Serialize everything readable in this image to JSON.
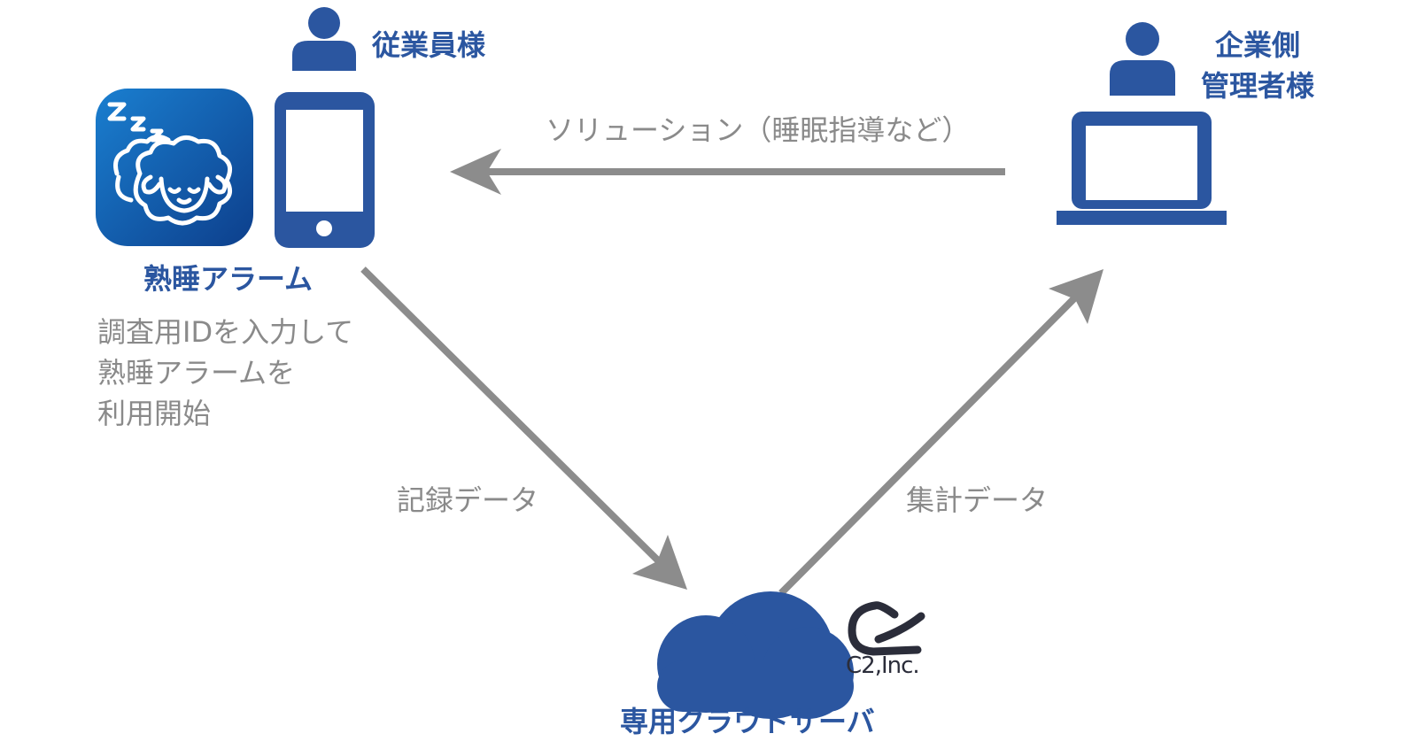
{
  "employee": {
    "label": "従業員様",
    "app_name": "熟睡アラーム",
    "instruction_lines": [
      "調査用IDを入力して",
      "熟睡アラームを",
      "利用開始"
    ]
  },
  "company": {
    "label_lines": [
      "企業側",
      "管理者様"
    ]
  },
  "flows": {
    "solution": "ソリューション（睡眠指導など）",
    "record": "記録データ",
    "aggregate": "集計データ"
  },
  "cloud": {
    "label": "専用クラウドサーバ",
    "logo_text": "C2,Inc."
  },
  "colors": {
    "primary_blue": "#2b56a0",
    "arrow_gray": "#8c8c8c",
    "text_gray": "#8a8a8a"
  },
  "icons": [
    "person-icon",
    "smartphone-icon",
    "sleep-app-icon",
    "laptop-icon",
    "cloud-icon",
    "c2-logo"
  ]
}
